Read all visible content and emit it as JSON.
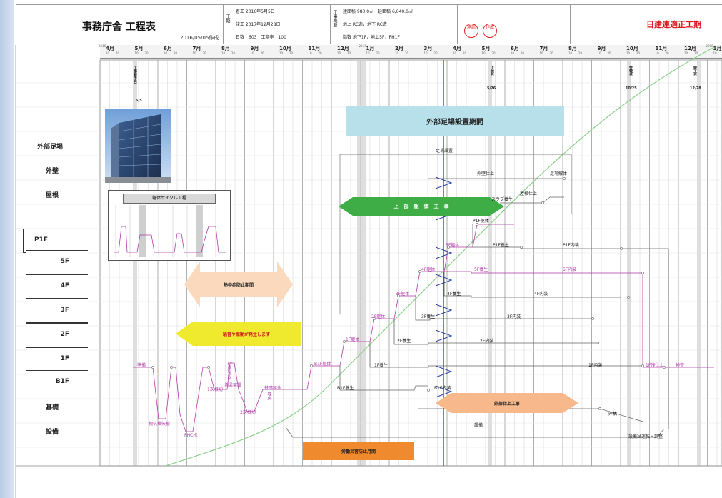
{
  "header": {
    "title": "事務庁舎 工程表",
    "created": "2016/05/05作成",
    "period_label": "工期",
    "start": "着工 2016年5月5日",
    "finish": "竣工 2017年12月28日",
    "days": "日数　603　工期率　100",
    "overview_label": "工事概要",
    "area": "建面積 980.0㎡　延面積 6,040.0㎡",
    "structure": "地上 RC造，地下 RC造",
    "floors": "階数 地下1F，地上5F，PH1F",
    "stamp1": "承認",
    "stamp2": "作成",
    "company": "日建連適正工期"
  },
  "months": [
    "4月",
    "5月",
    "6月",
    "7月",
    "8月",
    "9月",
    "10月",
    "11月",
    "12月",
    "1月",
    "2月",
    "3月",
    "4月",
    "5月",
    "6月",
    "7月",
    "8月",
    "9月",
    "10月",
    "11月",
    "12月",
    "1月"
  ],
  "year_marks": [
    "2016",
    "2017",
    "2018"
  ],
  "row_labels": {
    "scaffold": "外部足場",
    "wall": "外壁",
    "roof": "屋根",
    "foundation": "基礎",
    "equipment": "設備"
  },
  "floors": [
    "P1F",
    "5F",
    "4F",
    "3F",
    "2F",
    "1F",
    "B1F"
  ],
  "milestones": {
    "start_plan": "工事着手日",
    "start_date": "5/5",
    "topping": "上棟日",
    "topping_date": "5/26",
    "power": "受電日",
    "power_date": "10/25",
    "complete": "竣工日",
    "complete_date": "12/28"
  },
  "boxes": {
    "scaffold_period": "外部足場設置期間",
    "upper_frame": "上　部　躯　体　工　事",
    "heat": "熱中症防止期間",
    "noise": "騒音や振動が発生します",
    "exterior_finish": "外部仕上工事",
    "labor": "労働災害防止月間",
    "cycle": "躯体サイクル工程"
  },
  "labels": {
    "scaffold_setup": "足場設置",
    "wall_finish": "外壁仕上",
    "scaffold_remove": "足場解体",
    "roof_finish": "屋根仕上",
    "slab_cure": "スラブ養生",
    "p1f_frame": "P1F躯体",
    "p1f_cure": "P1F養生",
    "p1f_interior": "P1F内装",
    "f5_frame": "5F躯体",
    "f5_cure": "5F養生",
    "f5_interior": "5F内装",
    "f4_frame": "4F躯体",
    "f4_cure": "4F養生",
    "f4_interior": "4F内装",
    "f3_frame": "3F躯体",
    "f3_cure": "3F養生",
    "f3_interior": "3F内装",
    "f2_frame": "2F躯体",
    "f2_cure": "2F養生",
    "f2_interior": "2F内装",
    "f1_frame": "1F躯体",
    "f1_cure": "1F養生",
    "f1_interior": "1F内装",
    "f1_remaining": "1F残仕上",
    "inspection": "検査",
    "b1f_frame": "B1F躯体",
    "b1f_cure": "B1F養生",
    "b1f_interior": "B1F内装",
    "prep": "準備",
    "mountain": "親杭横矢板",
    "phc": "PHC杭",
    "excavation1": "1次根切",
    "excavation2": "2次根切",
    "strut": "切梁架設",
    "strut_vertical": "切梁架設",
    "base_frame": "基礎躯体",
    "backfill": "埋戻",
    "exterior_works": "外構",
    "equipment_line": "設備",
    "equipment_test": "設備試運転・調整"
  }
}
